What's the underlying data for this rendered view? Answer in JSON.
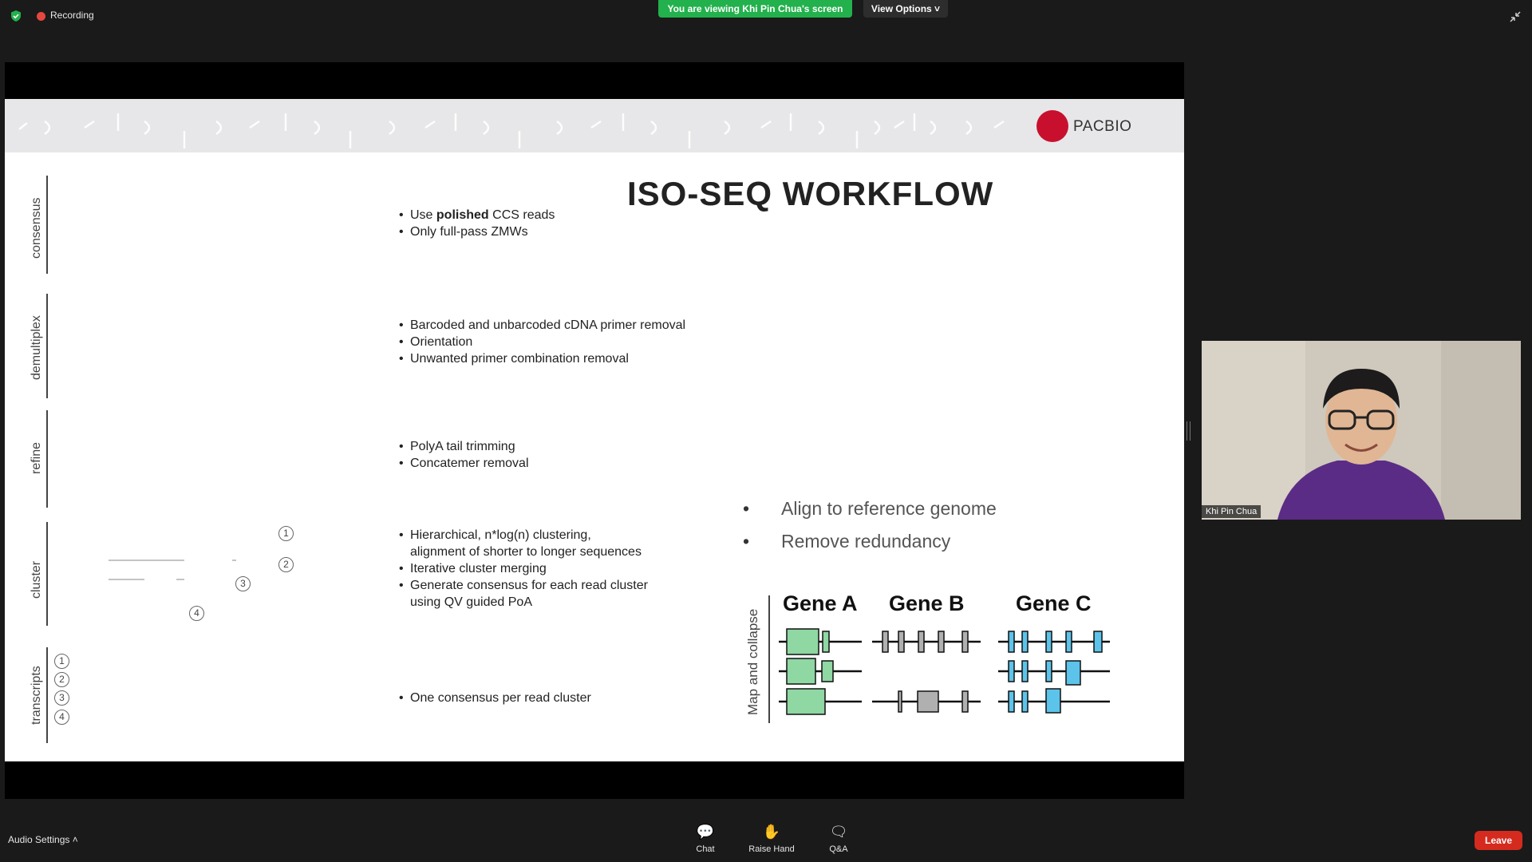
{
  "top_bar": {
    "recording_label": "Recording",
    "viewing_banner": "You are viewing Khi Pin Chua's screen",
    "view_options_label": "View Options ˅"
  },
  "slide": {
    "brand_text": "PACBIO",
    "title": "ISO-SEQ WORKFLOW",
    "stages": [
      {
        "label": "consensus"
      },
      {
        "label": "demultiplex"
      },
      {
        "label": "refine"
      },
      {
        "label": "cluster"
      },
      {
        "label": "transcripts"
      }
    ],
    "consensus_bullets": {
      "b1_pre": "Use ",
      "b1_bold": "polished",
      "b1_post": " CCS reads",
      "b2": "Only full-pass ZMWs"
    },
    "demultiplex_bullets": [
      "Barcoded and unbarcoded cDNA primer removal",
      "Orientation",
      "Unwanted primer combination removal"
    ],
    "refine_bullets": [
      "PolyA tail trimming",
      "Concatemer removal"
    ],
    "cluster_bullets": {
      "b1_l1": "Hierarchical, n*log(n) clustering,",
      "b1_l2": "alignment of shorter to longer sequences",
      "b2": "Iterative cluster merging",
      "b3_l1": "Generate consensus for each read cluster",
      "b3_l2": "using QV guided PoA"
    },
    "transcripts_bullets": [
      "One consensus per read cluster"
    ],
    "cluster_numbers": [
      "1",
      "2",
      "3",
      "4"
    ],
    "transcript_numbers": [
      "1",
      "2",
      "3",
      "4"
    ],
    "big_bullets": [
      "Align to reference genome",
      "Remove redundancy"
    ],
    "map_label": "Map and collapse",
    "genes": [
      "Gene A",
      "Gene B",
      "Gene C"
    ],
    "colors": {
      "blue": "#58b4e4",
      "gray": "#6b6b6b",
      "green": "#5cb974",
      "orange": "#f0a23b",
      "red": "#e8532e",
      "purple": "#6a3d9a",
      "gene_green": "#8fd7a3",
      "gene_gray": "#b0b0b0",
      "gene_blue": "#5cc3ea"
    }
  },
  "participant": {
    "name": "Khi Pin Chua"
  },
  "bottom_bar": {
    "audio_settings": "Audio Settings  ˄",
    "chat": "Chat",
    "raise_hand": "Raise Hand",
    "qa": "Q&A",
    "leave": "Leave"
  }
}
